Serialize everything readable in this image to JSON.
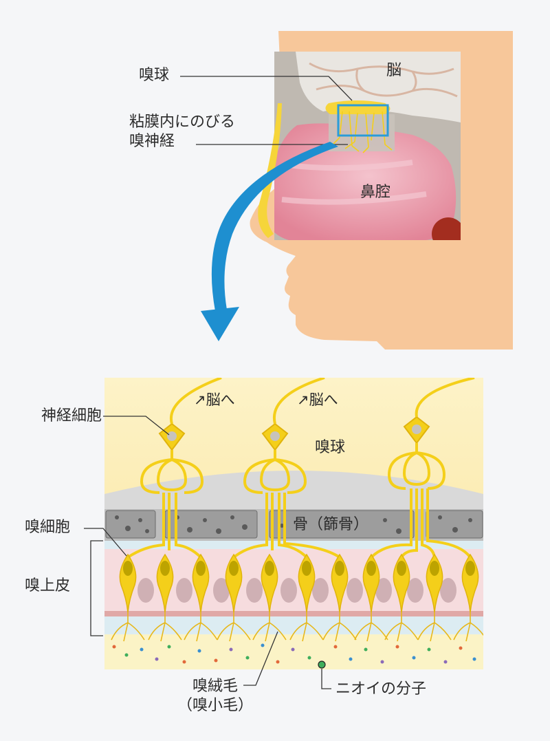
{
  "top": {
    "label_olfactory_bulb": "嗅球",
    "label_brain": "脳",
    "label_nerve_line1": "粘膜内にのびる",
    "label_nerve_line2": "嗅神経",
    "label_nasal_cavity": "鼻腔"
  },
  "bottom": {
    "label_nerve_cell": "神経細胞",
    "label_to_brain": "↗脳へ",
    "label_olfactory_bulb": "嗅球",
    "label_bone": "骨（篩骨）",
    "label_olfactory_cell": "嗅細胞",
    "label_epithelium": "嗅上皮",
    "label_cilia_line1": "嗅絨毛",
    "label_cilia_line2": "（嗅小毛）",
    "label_odor_molecule": "ニオイの分子"
  },
  "colors": {
    "skin": "#f7c79a",
    "brain": "#e9e6e1",
    "nasal_mucosa": "#ec9fb0",
    "nerve_yellow": "#f4cf1a",
    "arrow_blue": "#1e8fd0",
    "highlight_box": "#2b9cd8",
    "bulb_bg": "#fbeaa3",
    "bone_gray": "#9d9d9d",
    "epithelium_pink": "#f6dcde",
    "mucus_yellow": "#fbf3c6"
  }
}
